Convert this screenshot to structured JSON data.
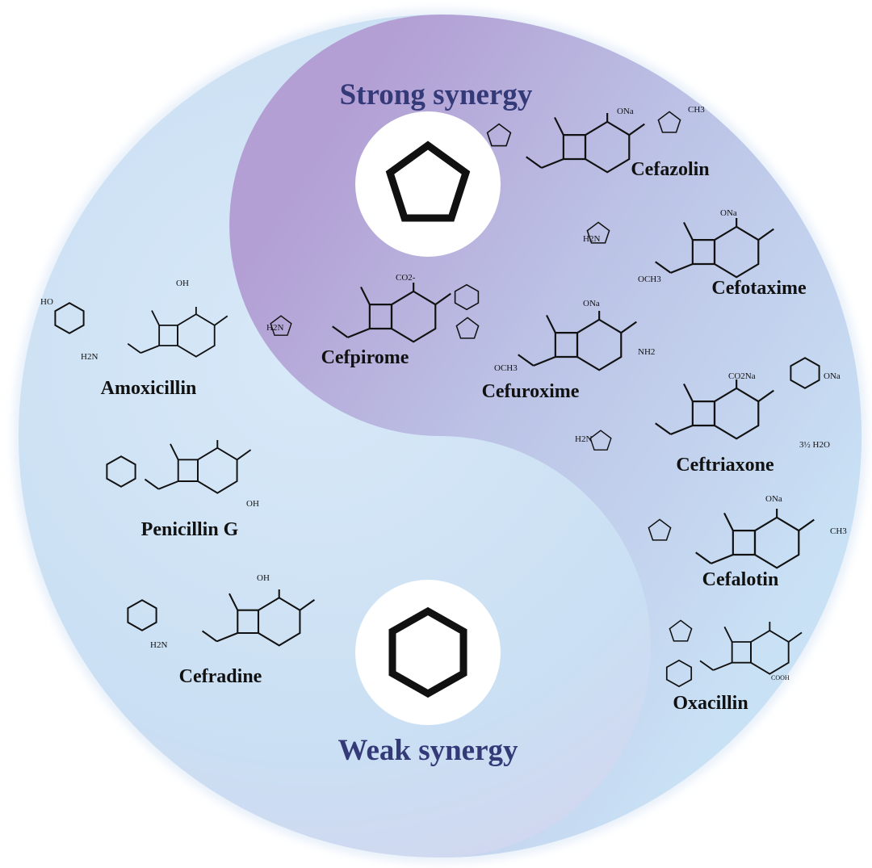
{
  "titles": {
    "strong": "Strong synergy",
    "weak": "Weak synergy"
  },
  "icons": {
    "strong": "pentagon-icon",
    "weak": "hexagon-icon"
  },
  "colors": {
    "title": "#343a78",
    "upper_region": "#b8a6d8",
    "lower_region": "#cfe2f4"
  },
  "drugs": [
    {
      "name": "Cefazolin",
      "group": "strong",
      "atoms": [
        "ONa",
        "CH3"
      ]
    },
    {
      "name": "Cefotaxime",
      "group": "strong",
      "atoms": [
        "ONa",
        "H2N",
        "OCH3"
      ]
    },
    {
      "name": "Cefpirome",
      "group": "strong",
      "atoms": [
        "CO2-",
        "H2N"
      ]
    },
    {
      "name": "Cefuroxime",
      "group": "strong",
      "atoms": [
        "ONa",
        "NH2",
        "OCH3"
      ]
    },
    {
      "name": "Ceftriaxone",
      "group": "strong",
      "atoms": [
        "CO2Na",
        "ONa",
        "H2N",
        "3½ H2O"
      ]
    },
    {
      "name": "Cefalotin",
      "group": "strong",
      "atoms": [
        "ONa",
        "CH3"
      ]
    },
    {
      "name": "Oxacillin",
      "group": "strong",
      "atoms": [
        "COOH"
      ]
    },
    {
      "name": "Amoxicillin",
      "group": "weak",
      "atoms": [
        "OH",
        "HO",
        "H2N"
      ]
    },
    {
      "name": "Penicillin G",
      "group": "weak",
      "atoms": [
        "OH"
      ]
    },
    {
      "name": "Cefradine",
      "group": "weak",
      "atoms": [
        "OH",
        "H2N"
      ]
    }
  ]
}
